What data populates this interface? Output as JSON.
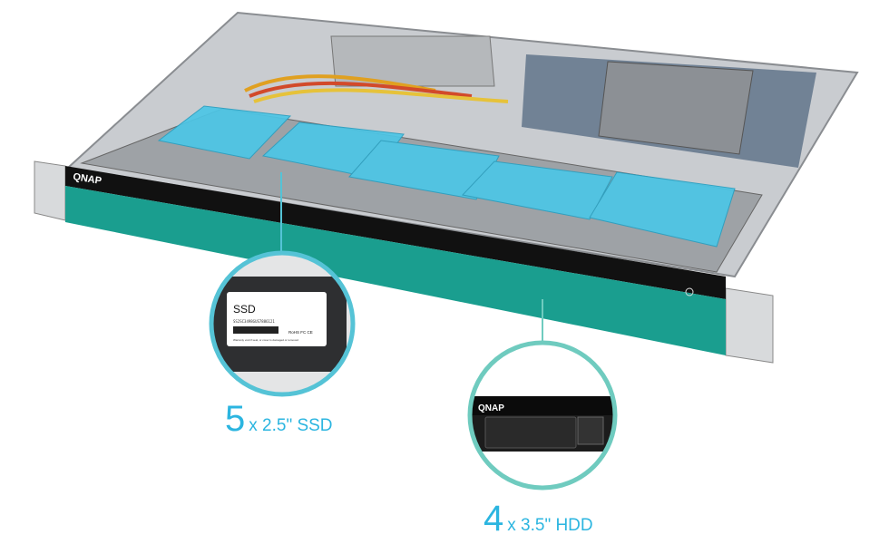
{
  "product": {
    "brand_logo": "QNAP"
  },
  "callouts": [
    {
      "count": "5",
      "description": "x 2.5\" SSD",
      "circle_color": "#55c3d6"
    },
    {
      "count": "4",
      "description": "x 3.5\" HDD",
      "circle_color": "#6fcbbf"
    }
  ],
  "ssd_label": {
    "title": "SSD",
    "serial": "SS2SC3498GUS7886121",
    "marks": "RoHS FC CE",
    "warranty": "Warranty void if seal, or cover is damaged or removed"
  },
  "colors": {
    "teal_front": "#1a9e8f",
    "ssd_blue": "#4cc6e6",
    "caption": "#2bb5e0"
  }
}
